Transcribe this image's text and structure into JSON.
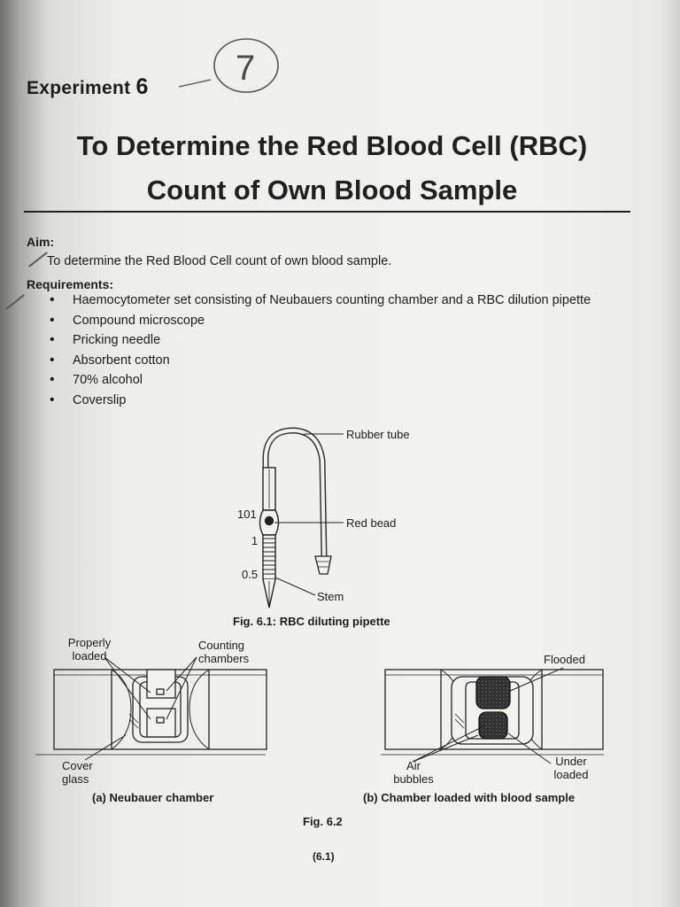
{
  "header": {
    "experiment_word": "Experiment",
    "experiment_number": "6",
    "page_mark": "7",
    "title_line1": "To Determine the Red Blood Cell (RBC)",
    "title_line2": "Count of Own Blood Sample"
  },
  "aim": {
    "heading": "Aim:",
    "text": "To determine the Red Blood Cell count of own blood sample."
  },
  "requirements": {
    "heading": "Requirements:",
    "items": [
      "Haemocytometer set consisting of Neubauers counting chamber and a RBC dilution pipette",
      "Compound microscope",
      "Pricking needle",
      "Absorbent cotton",
      "70% alcohol",
      "Coverslip"
    ]
  },
  "fig61": {
    "labels": {
      "rubber_tube": "Rubber tube",
      "red_bead": "Red bead",
      "stem": "Stem",
      "mark_101": "101",
      "mark_1": "1",
      "mark_05": "0.5"
    },
    "caption": "Fig. 6.1: RBC diluting pipette"
  },
  "fig62": {
    "a": {
      "properly_loaded": "Properly loaded",
      "counting_chambers": "Counting chambers",
      "cover_glass": "Cover glass",
      "caption": "(a) Neubauer chamber"
    },
    "b": {
      "flooded": "Flooded",
      "air_bubbles": "Air bubbles",
      "under_loaded": "Under loaded",
      "caption": "(b) Chamber loaded with blood sample"
    },
    "caption": "Fig. 6.2"
  },
  "footer": {
    "page_number": "(6.1)"
  }
}
